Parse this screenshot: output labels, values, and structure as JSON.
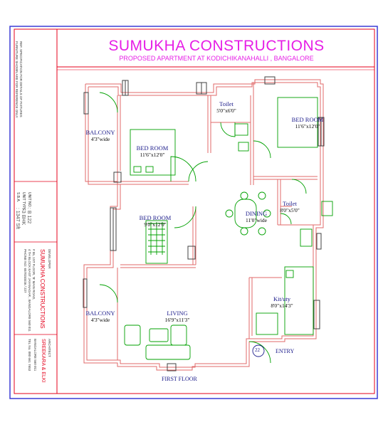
{
  "header": {
    "title": "SUMUKHA CONSTRUCTIONS",
    "subtitle": "PROPOSED APARTMENT AT KODICHIKANAHALLI , BANGALORE"
  },
  "sidebar": {
    "note_1": "REF. SPECIFICATION FOR DETAILS OF FIXTURES",
    "note_2": "FURNITURE SHOWN ARE FOR REFERENCE ONLY",
    "unit_no_label": "UNIT NO.",
    "unit_no_value": ": B 122",
    "unit_type_label": "UNIT TYPE",
    "unit_type_value": ": 3 BHK",
    "sba_label": "S.B.A.",
    "sba_value": ": 1347 Sft",
    "developer_label": "DEVELOPER",
    "developer_name": "SUMUKHA CONSTRUCTIONS",
    "dev_addr_1": "# 55, 1ST FLOOR, 'B' MAIN ROAD,",
    "dev_addr_2": "4 TH BLOCK EAST JAYANAGAR , BANGALORE 560 011",
    "dev_phone": "PHONE NO: 6570245/46 / 227",
    "architect_label": "ARCHITECT",
    "architect_name": "SREEKARA & ELKI",
    "arch_addr_1": "BANGALORE 560 011",
    "arch_phone": "TEL No. 080 661 7653"
  },
  "rooms": {
    "balcony_top_name": "BALCONY",
    "balcony_top_dim": "4'3\"wide",
    "bedroom1_name": "BED ROOM",
    "bedroom1_dim": "11'6\"x12'0\"",
    "toilet1_name": "Toilet",
    "toilet1_dim": "5'0\"x6'0\"",
    "bedroom2_name": "BED ROOM",
    "bedroom2_dim": "11'6\"x12'0\"",
    "toilet2_name": "Toilet",
    "toilet2_dim": "8'0\"x5'0\"",
    "dining_name": "DINING",
    "dining_dim": "11'0\"wide",
    "bedroom3_name": "BED ROOM",
    "bedroom3_dim": "9'0\"x12'0\"",
    "kitchen_name": "Kit/uty",
    "kitchen_dim": "8'0\"x14'3\"",
    "balcony_bottom_name": "BALCONY",
    "balcony_bottom_dim": "4'3\"wide",
    "living_name": "LIVING",
    "living_dim": "16'9\"x11'3\"",
    "entry_label": "ENTRY",
    "flat_number": "22",
    "floor_label": "FIRST FLOOR"
  },
  "colors": {
    "title": "#e61ee6",
    "border": "#e4001b",
    "sheet_frame": "#3b3bd6",
    "wall": "#e06a6a",
    "door": "#00a000",
    "furniture": "#00a000",
    "window": "#404040",
    "label_blue": "#1a1a8a"
  }
}
